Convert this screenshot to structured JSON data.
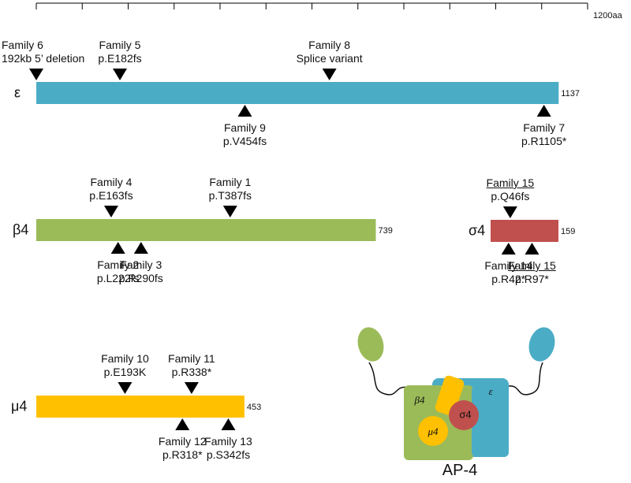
{
  "scale": {
    "max_aa": 1200,
    "end_label": "1200aa",
    "tick_step_aa": 100
  },
  "colors": {
    "epsilon": "#4bacc6",
    "beta4": "#9bbb59",
    "sigma4": "#c0504d",
    "mu4": "#ffc000",
    "marker": "#000000"
  },
  "proteins": [
    {
      "id": "epsilon",
      "name": "ε",
      "length": 1137,
      "length_label": "1137",
      "mutations": [
        {
          "pos": 0,
          "side": "above",
          "lines": [
            "Family 6",
            "192kb 5’ deletion"
          ],
          "underline": false
        },
        {
          "pos": 182,
          "side": "above",
          "lines": [
            "Family 5",
            "p.E182fs"
          ],
          "underline": false
        },
        {
          "pos": 638,
          "side": "above",
          "lines": [
            "Family 8",
            "Splice variant"
          ],
          "underline": false
        },
        {
          "pos": 454,
          "side": "below",
          "lines": [
            "Family 9",
            "p.V454fs"
          ],
          "underline": false
        },
        {
          "pos": 1105,
          "side": "below",
          "lines": [
            "Family 7",
            "p.R1105*"
          ],
          "underline": false
        }
      ]
    },
    {
      "id": "beta4",
      "name": "β4",
      "length": 739,
      "length_label": "739",
      "mutations": [
        {
          "pos": 163,
          "side": "above",
          "lines": [
            "Family 4",
            "p.E163fs"
          ],
          "underline": false
        },
        {
          "pos": 422,
          "side": "above",
          "lines": [
            "Family 1",
            "p.T387fs"
          ],
          "underline": false
        },
        {
          "pos": 178,
          "side": "below",
          "lines": [
            "Family 2",
            "p.L222fs"
          ],
          "underline": false
        },
        {
          "pos": 228,
          "side": "below",
          "lines": [
            "Family 3",
            "p.R290fs"
          ],
          "underline": false
        }
      ]
    },
    {
      "id": "sigma4",
      "name": "σ4",
      "length": 159,
      "length_label": "159",
      "mutations": [
        {
          "pos": 46,
          "side": "above",
          "lines": [
            "Family 15",
            "p.Q46fs"
          ],
          "underline": true
        },
        {
          "pos": 42,
          "side": "below",
          "lines": [
            "Family 14",
            "p.R42*"
          ],
          "underline": false
        },
        {
          "pos": 97,
          "side": "below",
          "lines": [
            "Family 15",
            "p.R97*"
          ],
          "underline": true
        }
      ]
    },
    {
      "id": "mu4",
      "name": "μ4",
      "length": 453,
      "length_label": "453",
      "mutations": [
        {
          "pos": 193,
          "side": "above",
          "lines": [
            "Family 10",
            "p.E193K"
          ],
          "underline": false
        },
        {
          "pos": 338,
          "side": "above",
          "lines": [
            "Family 11",
            "p.R338*"
          ],
          "underline": false
        },
        {
          "pos": 318,
          "side": "below",
          "lines": [
            "Family 12",
            "p.R318*"
          ],
          "underline": false
        },
        {
          "pos": 418,
          "side": "below",
          "lines": [
            "Family 13",
            "p.S342fs"
          ],
          "underline": false
        }
      ]
    }
  ],
  "complex": {
    "title": "AP-4",
    "labels": {
      "beta4": "β4",
      "epsilon": "ε",
      "sigma4": "σ4",
      "mu4": "μ4"
    }
  }
}
